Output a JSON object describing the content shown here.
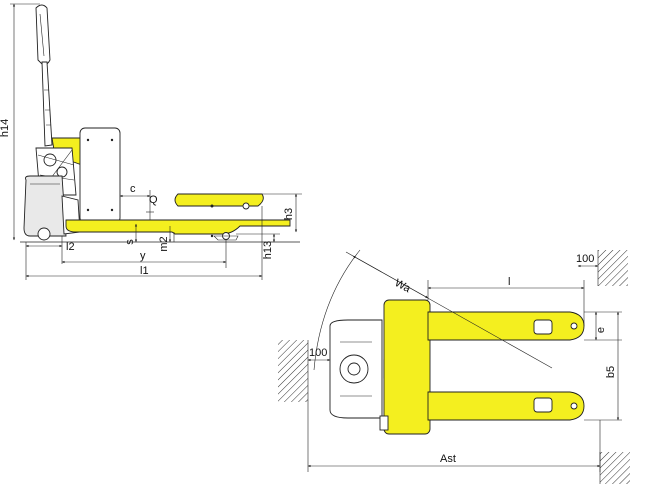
{
  "labels": {
    "h14": "h14",
    "c": "c",
    "Q": "Q",
    "h3": "h3",
    "s": "s",
    "m2": "m2",
    "h13": "h13",
    "l2": "l2",
    "y": "y",
    "l1": "l1",
    "Wa": "Wa",
    "l": "l",
    "clearance_top": "100",
    "clearance_left": "100",
    "e": "e",
    "b5": "b5",
    "Ast": "Ast"
  },
  "colors": {
    "body": "#f4ef1f",
    "chassis": "#e9e9e9",
    "line": "#222222"
  }
}
